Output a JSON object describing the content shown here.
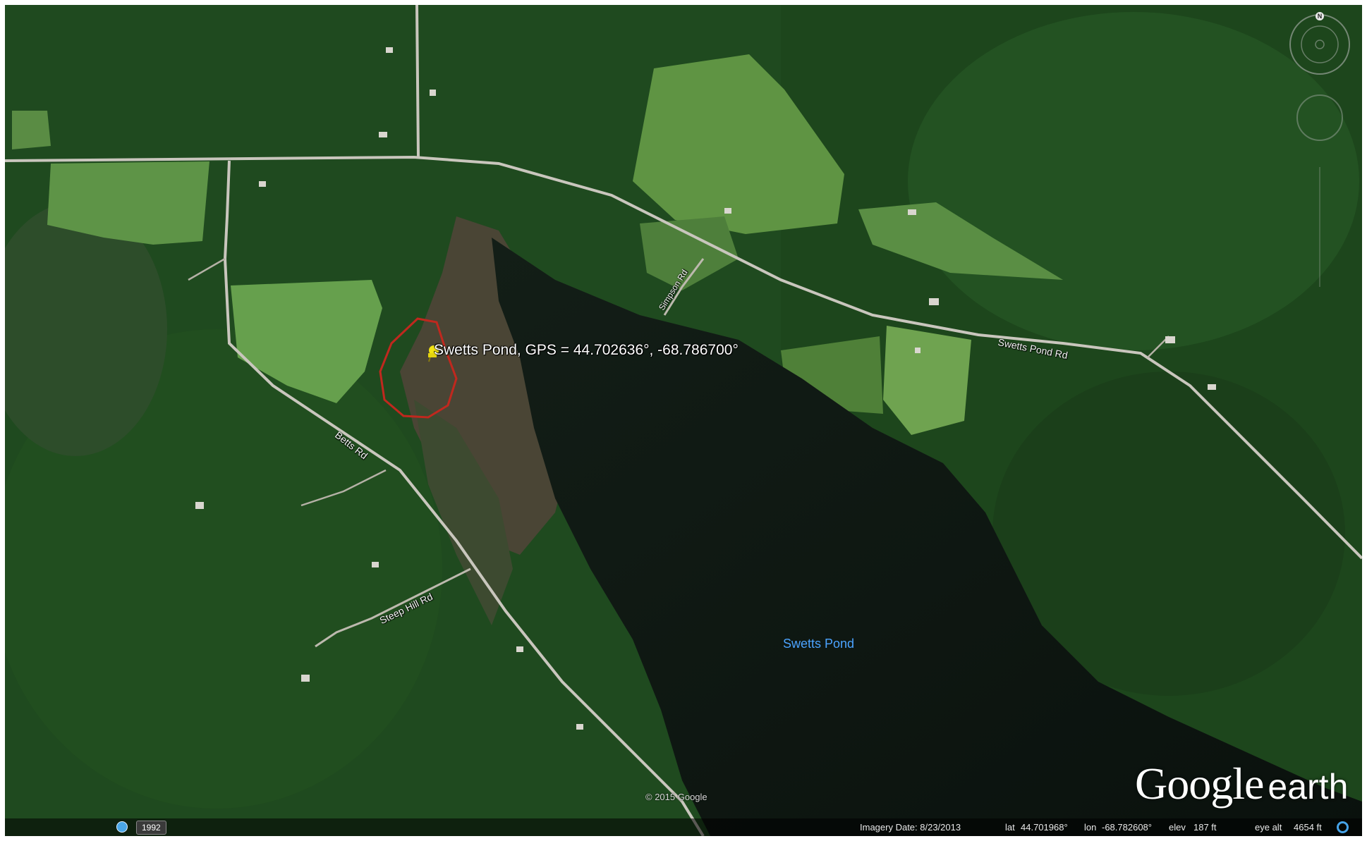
{
  "placemark": {
    "label": "Swetts Pond, GPS =  44.702636°, -68.786700°",
    "icon": "yellow-pushpin-icon"
  },
  "roads": [
    {
      "name": "Swetts Pond Rd"
    },
    {
      "name": "Betts Rd"
    },
    {
      "name": "Steep Hill Rd"
    },
    {
      "name": "Simpson Rd"
    }
  ],
  "water_label": "Swetts Pond",
  "copyright": "© 2015 Google",
  "logo": {
    "google": "Google",
    "earth": "earth"
  },
  "status_bar": {
    "history_icon": "historical-imagery-icon",
    "history_year": "1992",
    "imagery_date": "Imagery Date: 8/23/2013",
    "lat_label": "lat",
    "lat": "44.701968°",
    "lon_label": "lon",
    "lon": "-68.782608°",
    "elev_label": "elev",
    "elev": "187 ft",
    "eye_alt_label": "eye alt",
    "eye_alt": "4654 ft",
    "streaming_icon": "streaming-indicator-icon"
  },
  "navigation": {
    "compass_north": "N",
    "compass_icon": "compass-icon",
    "look_icon": "look-joystick-icon",
    "move_icon": "move-joystick-icon",
    "zoom_icon": "zoom-slider-icon"
  },
  "colors": {
    "forest": "#1f4a1f",
    "field": "#6b9e4a",
    "water": "#0e1712",
    "road": "#c9c6bd",
    "boundary": "#c0281e",
    "pushpin": "#f2e313",
    "water_label": "#4ba3ff"
  }
}
